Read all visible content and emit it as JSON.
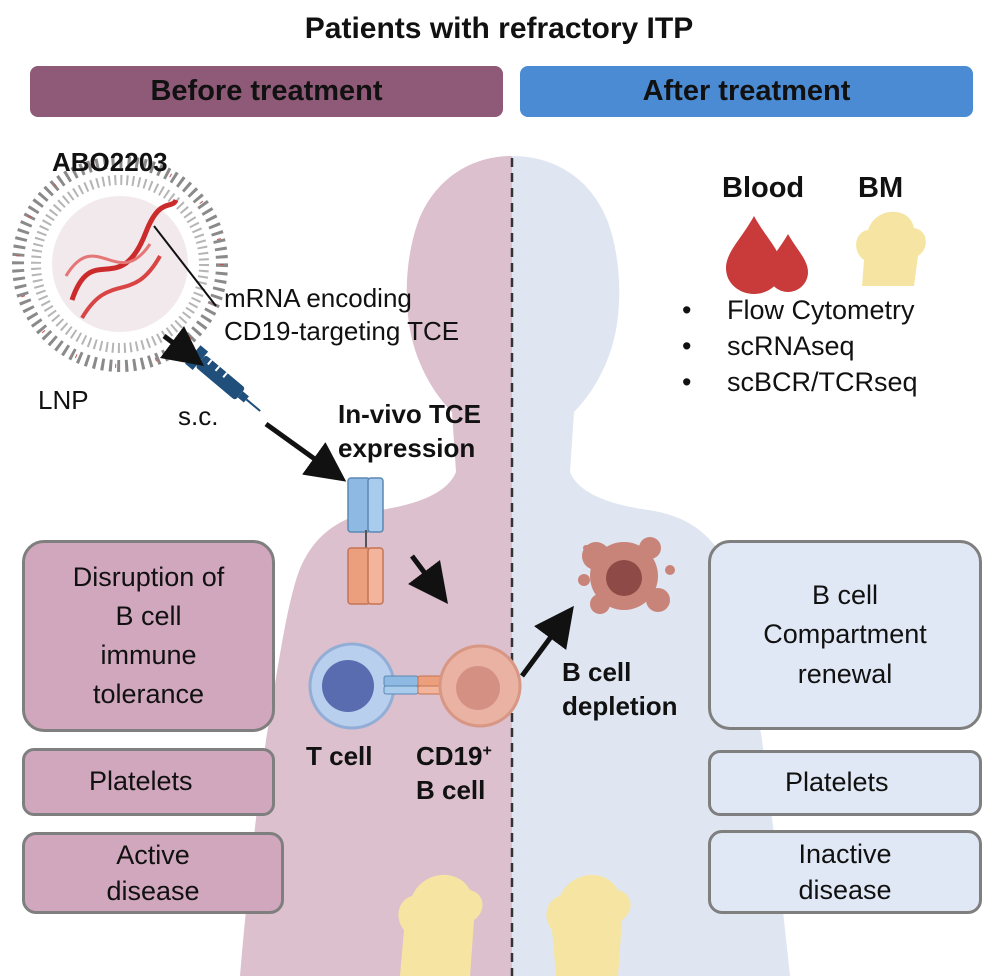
{
  "title": "Patients with refractory ITP",
  "banners": {
    "before": "Before treatment",
    "after": "After treatment"
  },
  "drug": {
    "name": "ABO2203",
    "mrna_line1": "mRNA encoding",
    "mrna_line2": "CD19-targeting TCE",
    "lnp": "LNP",
    "route": "s.c."
  },
  "expression": {
    "line1": "In-vivo TCE",
    "line2": "expression"
  },
  "cells": {
    "t_cell": "T cell",
    "b_cell_line1": "CD19",
    "b_cell_sup": "+",
    "b_cell_line2": "B cell"
  },
  "depletion": {
    "line1": "B cell",
    "line2": "depletion"
  },
  "samples": {
    "blood": "Blood",
    "bm": "BM"
  },
  "assays": [
    "Flow Cytometry",
    "scRNAseq",
    "scBCR/TCRseq"
  ],
  "bullet_char": "•",
  "before_boxes": {
    "disruption": [
      "Disruption of",
      "B cell",
      "immune",
      "tolerance"
    ],
    "platelets": "Platelets",
    "disease": [
      "Active",
      "disease"
    ]
  },
  "after_boxes": {
    "renewal": [
      "B cell",
      "Compartment",
      "renewal"
    ],
    "platelets": "Platelets",
    "disease": [
      "Inactive",
      "disease"
    ]
  },
  "colors": {
    "before_banner": "#8e5a77",
    "after_banner": "#4a8bd3",
    "before_body": "#dcc0cd",
    "after_body": "#dfe6f1",
    "down_arrow": "#b8141e",
    "up_arrow": "#1e5e2e"
  }
}
